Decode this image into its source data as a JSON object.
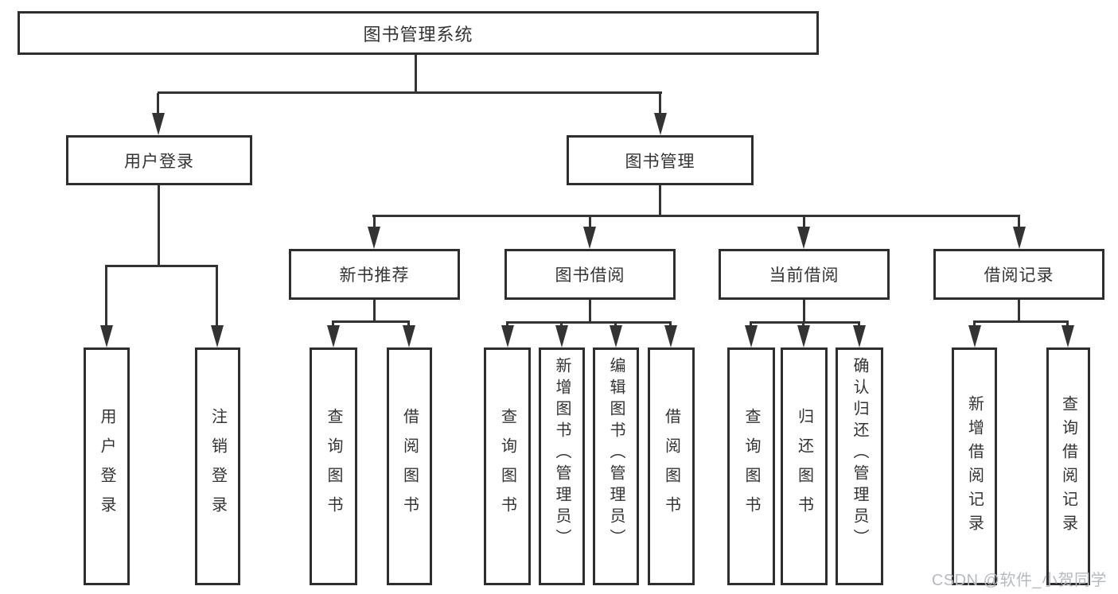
{
  "type": "hierarchy-diagram",
  "watermark": "CSDN @软件_小贺同学",
  "colors": {
    "background": "#ffffff",
    "box_fill": "#ffffff",
    "box_border": "#2e2e2e",
    "line": "#333333",
    "text": "#333333",
    "watermark": "#b6babe"
  },
  "tree": {
    "label": "图书管理系统",
    "children": [
      {
        "label": "用户登录",
        "children": [
          {
            "label": "用户登录"
          },
          {
            "label": "注销登录"
          }
        ]
      },
      {
        "label": "图书管理",
        "children": [
          {
            "label": "新书推荐",
            "children": [
              {
                "label": "查询图书"
              },
              {
                "label": "借阅图书"
              }
            ]
          },
          {
            "label": "图书借阅",
            "children": [
              {
                "label": "查询图书"
              },
              {
                "label": "新增图书（管理员）"
              },
              {
                "label": "编辑图书（管理员）"
              },
              {
                "label": "借阅图书"
              }
            ]
          },
          {
            "label": "当前借阅",
            "children": [
              {
                "label": "查询图书"
              },
              {
                "label": "归还图书"
              },
              {
                "label": "确认归还（管理员）"
              }
            ]
          },
          {
            "label": "借阅记录",
            "children": [
              {
                "label": "新增借阅记录"
              },
              {
                "label": "查询借阅记录"
              }
            ]
          }
        ]
      }
    ]
  }
}
